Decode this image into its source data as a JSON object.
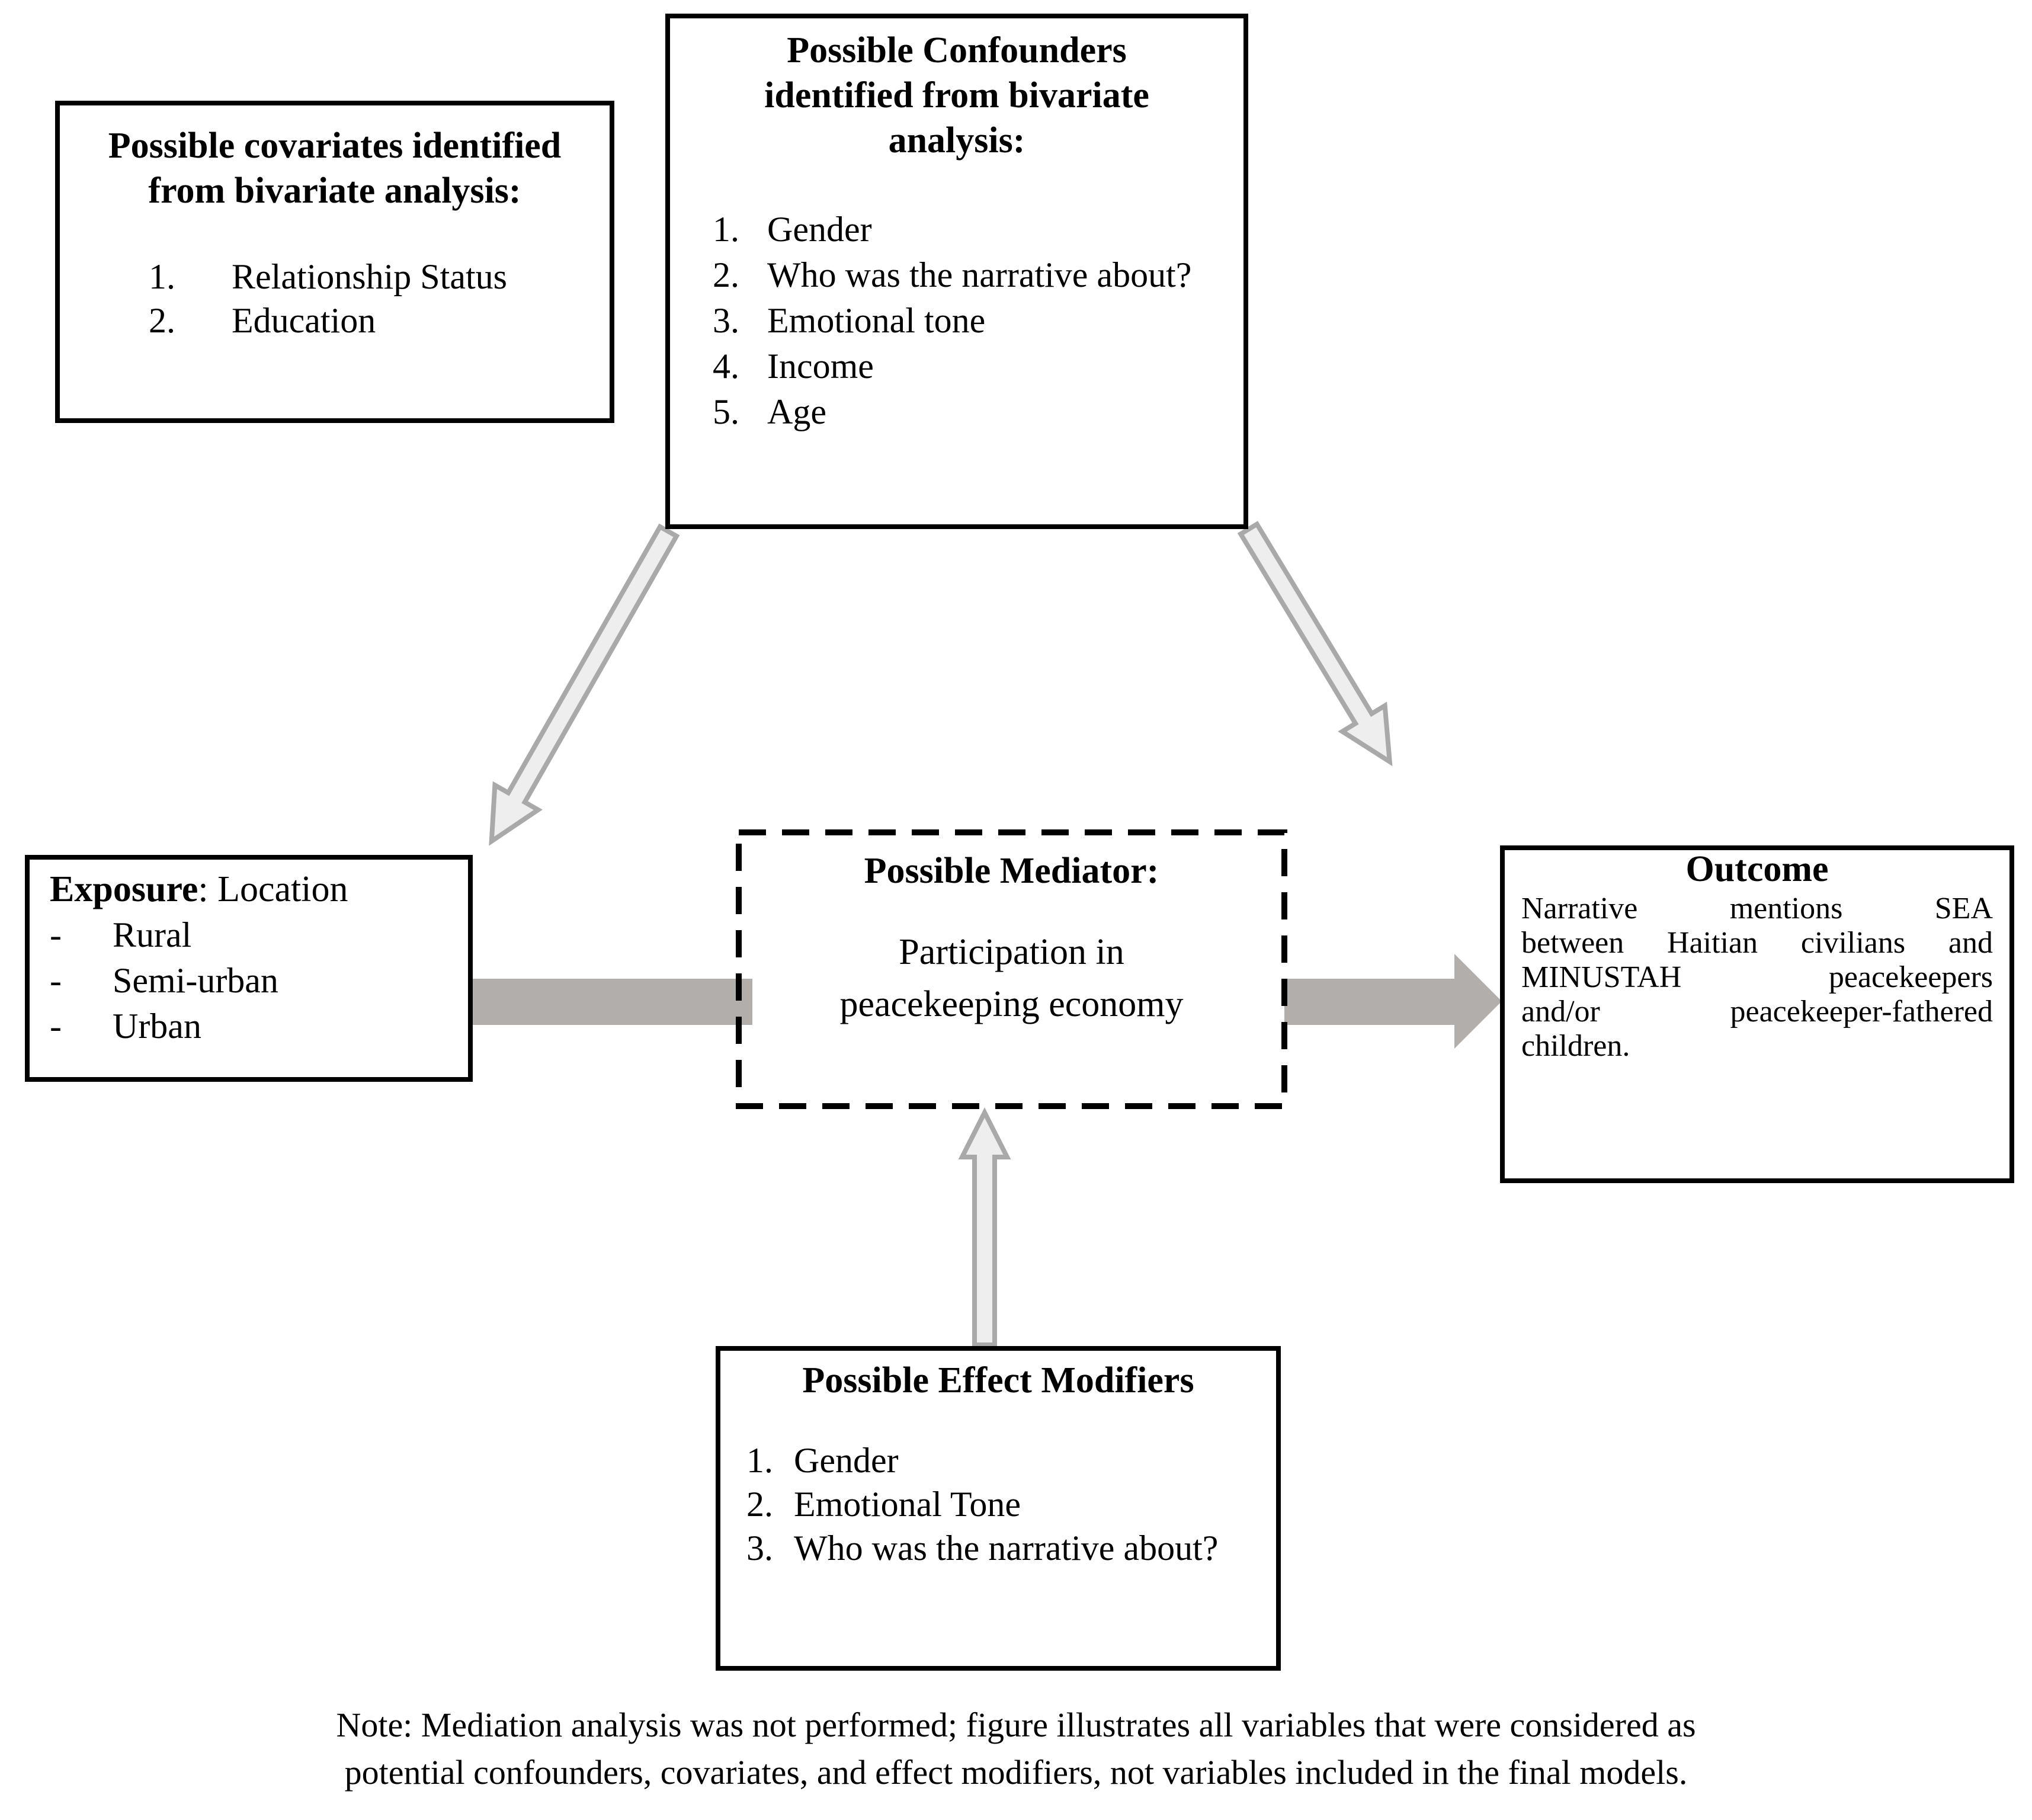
{
  "diagram": {
    "colors": {
      "background": "#ffffff",
      "box_border": "#000000",
      "solid_connector": "#b2aeab",
      "outline_arrow_fill": "#eeeeee",
      "outline_arrow_stroke": "#a9a9a9"
    },
    "covariates_box": {
      "title_lines": [
        "Possible covariates identified",
        "from bivariate analysis:"
      ],
      "items": [
        "Relationship Status",
        "Education"
      ]
    },
    "confounders_box": {
      "title_lines": [
        "Possible Confounders",
        "identified from bivariate",
        "analysis:"
      ],
      "items": [
        "Gender",
        "Who was the narrative about?",
        "Emotional tone",
        "Income",
        "Age"
      ]
    },
    "exposure_box": {
      "heading_bold": "Exposure",
      "heading_rest": ": Location",
      "items": [
        "Rural",
        "Semi-urban",
        "Urban"
      ]
    },
    "mediator_box": {
      "title": "Possible Mediator:",
      "body_lines": [
        "Participation in",
        "peacekeeping economy"
      ]
    },
    "outcome_box": {
      "title": "Outcome",
      "body_lines": [
        "Narrative mentions SEA",
        "between Haitian civilians and",
        "MINUSTAH peacekeepers",
        "and/or peacekeeper-fathered",
        "children."
      ]
    },
    "effect_modifiers_box": {
      "title": "Possible Effect Modifiers",
      "items": [
        "Gender",
        "Emotional Tone",
        "Who was the narrative about?"
      ]
    },
    "note_lines": [
      "Note: Mediation analysis was not performed; figure illustrates all variables that were considered as",
      "potential confounders, covariates, and effect modifiers, not variables included in the final models."
    ]
  }
}
